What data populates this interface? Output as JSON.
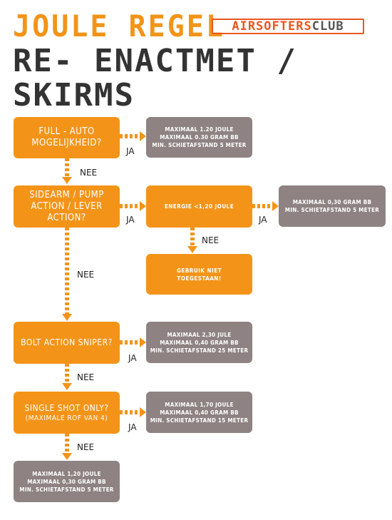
{
  "header": {
    "title_line1": "JOULE REGEL",
    "title_line2": "RE- ENACTMET / SKIRMS",
    "logo_part1": "AIRSOFTERS",
    "logo_part2": "CLUB"
  },
  "flow": {
    "q1": "FULL - AUTO MOGELIJKHEID?",
    "r1": [
      "MAXIMAAL 1.20 JOULE",
      "MAXIMAAL 0.30 GRAM BB",
      "MIN. SCHIETAFSTAND 5 METER"
    ],
    "q2": "SIDEARM / PUMP ACTION / LEVER ACTION?",
    "q2b": "ENERGIE <1,20 JOULE",
    "r2": [
      "MAXIMAAL 0,30 GRAM BB",
      "MIN. SCHIETAFSTAND 5 METER"
    ],
    "not_allowed": [
      "GEBRUIK NIET",
      "TOEGESTAAN!"
    ],
    "q3": "BOLT ACTION SNIPER?",
    "r3": [
      "MAXIMAAL 2,30 JULE",
      "MAXIMAAL 0,40 GRAM BB",
      "MIN. SCHIETAFSTAND 25 METER"
    ],
    "q4_line1": "SINGLE SHOT ONLY?",
    "q4_line2": "(MAXIMALE ROF VAN 4)",
    "r4": [
      "MAXIMAAL 1,70 JOULE",
      "MAXIMAAL 0,40 GRAM BB",
      "MIN. SCHIETAFSTAND 15 METER"
    ],
    "r5": [
      "MAXIMAAL 1,20 JOULE",
      "MAXIMAAL 0,30 GRAM BB",
      "MIN. SCHIETAFSTAND 5 METER"
    ],
    "yes": "JA",
    "no": "NEE"
  },
  "colors": {
    "question": "#f39419",
    "result": "#8e8382",
    "title_orange": "#f39419",
    "title_dark": "#333333",
    "logo": "#e9571f"
  }
}
